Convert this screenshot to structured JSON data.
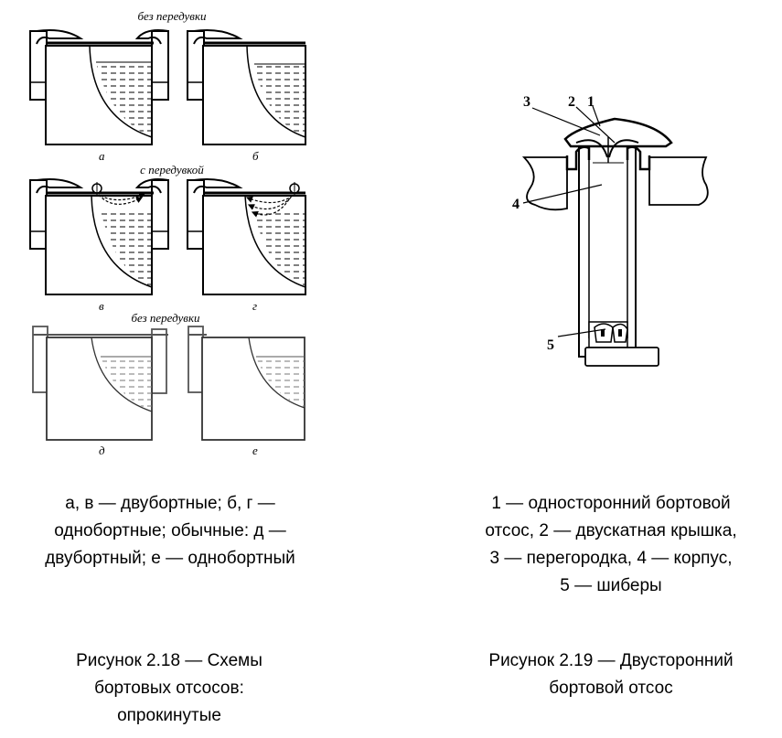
{
  "left_figure": {
    "row_labels": [
      "без передувки",
      "с передувкой",
      "без передувки"
    ],
    "panel_letters": [
      "а",
      "б",
      "в",
      "г",
      "д",
      "е"
    ]
  },
  "right_figure": {
    "part_numbers": [
      "3",
      "2",
      "1",
      "4",
      "5"
    ]
  },
  "legend_left": {
    "lines": [
      "а, в — двубортные; б, г —",
      "однобортные; обычные: д —",
      "двубортный; е — однобортный"
    ]
  },
  "legend_right": {
    "lines": [
      "1 — односторонний бортовой",
      "отсос, 2 — двускатная крышка,",
      "3 — перегородка, 4 — корпус,",
      "5 — шиберы"
    ]
  },
  "caption_left": {
    "lines": [
      "Рисунок 2.18 — Схемы",
      "бортовых отсосов:",
      "опрокинутые"
    ]
  },
  "caption_right": {
    "lines": [
      "Рисунок 2.19 — Двусторонний",
      "бортовой отсос"
    ]
  }
}
